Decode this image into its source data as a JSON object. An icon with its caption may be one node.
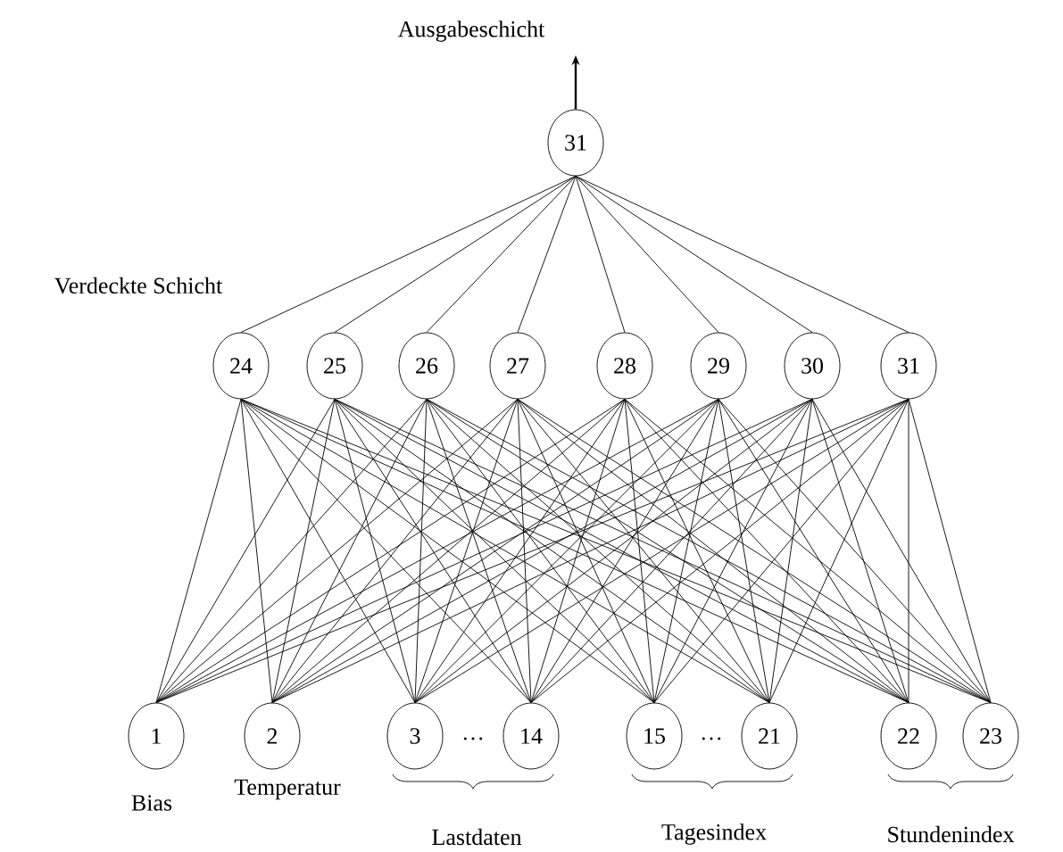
{
  "diagram": {
    "nodes": [
      {
        "text": [
          "31"
        ]
      },
      {
        "text": [
          "24"
        ]
      },
      {
        "text": [
          "25"
        ]
      },
      {
        "text": [
          "26"
        ]
      },
      {
        "text": [
          "27"
        ]
      },
      {
        "text": [
          "28"
        ]
      },
      {
        "text": [
          "29"
        ]
      },
      {
        "text": [
          "30"
        ]
      },
      {
        "text": [
          "31"
        ]
      },
      {
        "text": [
          "1"
        ],
        "beside": [
          "Bias"
        ]
      },
      {
        "text": [
          "2"
        ],
        "beside": [
          "Temperatur"
        ]
      },
      {
        "text": [
          "3"
        ]
      },
      {
        "text": [
          "14"
        ]
      },
      {
        "text": [
          "15"
        ]
      },
      {
        "text": [
          "21"
        ]
      },
      {
        "text": [
          "22"
        ]
      },
      {
        "text": [
          "23"
        ]
      }
    ],
    "edges": [
      {
        "from": 0,
        "to": null,
        "arrow": "to"
      },
      {
        "from": 0,
        "to": 1,
        "arrow": "none"
      },
      {
        "from": 0,
        "to": 2,
        "arrow": "none"
      },
      {
        "from": 0,
        "to": 3,
        "arrow": "none"
      },
      {
        "from": 0,
        "to": 4,
        "arrow": "none"
      },
      {
        "from": 0,
        "to": 5,
        "arrow": "none"
      },
      {
        "from": 0,
        "to": 6,
        "arrow": "none"
      },
      {
        "from": 0,
        "to": 7,
        "arrow": "none"
      },
      {
        "from": 0,
        "to": 8,
        "arrow": "none"
      },
      {
        "from": 1,
        "to": 9,
        "arrow": "none"
      },
      {
        "from": 1,
        "to": 10,
        "arrow": "none"
      },
      {
        "from": 1,
        "to": 11,
        "arrow": "none"
      },
      {
        "from": 1,
        "to": 12,
        "arrow": "none"
      },
      {
        "from": 1,
        "to": 13,
        "arrow": "none"
      },
      {
        "from": 1,
        "to": 14,
        "arrow": "none"
      },
      {
        "from": 1,
        "to": 15,
        "arrow": "none"
      },
      {
        "from": 1,
        "to": 16,
        "arrow": "none"
      },
      {
        "from": 2,
        "to": 9,
        "arrow": "none"
      },
      {
        "from": 2,
        "to": 10,
        "arrow": "none"
      },
      {
        "from": 2,
        "to": 11,
        "arrow": "none"
      },
      {
        "from": 2,
        "to": 12,
        "arrow": "none"
      },
      {
        "from": 2,
        "to": 13,
        "arrow": "none"
      },
      {
        "from": 2,
        "to": 14,
        "arrow": "none"
      },
      {
        "from": 2,
        "to": 15,
        "arrow": "none"
      },
      {
        "from": 2,
        "to": 16,
        "arrow": "none"
      },
      {
        "from": 3,
        "to": 9,
        "arrow": "none"
      },
      {
        "from": 3,
        "to": 10,
        "arrow": "none"
      },
      {
        "from": 3,
        "to": 11,
        "arrow": "none"
      },
      {
        "from": 3,
        "to": 12,
        "arrow": "none"
      },
      {
        "from": 3,
        "to": 13,
        "arrow": "none"
      },
      {
        "from": 3,
        "to": 14,
        "arrow": "none"
      },
      {
        "from": 3,
        "to": 15,
        "arrow": "none"
      },
      {
        "from": 3,
        "to": 16,
        "arrow": "none"
      },
      {
        "from": 4,
        "to": 9,
        "arrow": "none"
      },
      {
        "from": 4,
        "to": 10,
        "arrow": "none"
      },
      {
        "from": 4,
        "to": 11,
        "arrow": "none"
      },
      {
        "from": 4,
        "to": 12,
        "arrow": "none"
      },
      {
        "from": 4,
        "to": 13,
        "arrow": "none"
      },
      {
        "from": 4,
        "to": 14,
        "arrow": "none"
      },
      {
        "from": 4,
        "to": 15,
        "arrow": "none"
      },
      {
        "from": 4,
        "to": 16,
        "arrow": "none"
      },
      {
        "from": 5,
        "to": 9,
        "arrow": "none"
      },
      {
        "from": 5,
        "to": 10,
        "arrow": "none"
      },
      {
        "from": 5,
        "to": 11,
        "arrow": "none"
      },
      {
        "from": 5,
        "to": 12,
        "arrow": "none"
      },
      {
        "from": 5,
        "to": 13,
        "arrow": "none"
      },
      {
        "from": 5,
        "to": 14,
        "arrow": "none"
      },
      {
        "from": 5,
        "to": 15,
        "arrow": "none"
      },
      {
        "from": 5,
        "to": 16,
        "arrow": "none"
      },
      {
        "from": 6,
        "to": 9,
        "arrow": "none"
      },
      {
        "from": 6,
        "to": 10,
        "arrow": "none"
      },
      {
        "from": 6,
        "to": 11,
        "arrow": "none"
      },
      {
        "from": 6,
        "to": 12,
        "arrow": "none"
      },
      {
        "from": 6,
        "to": 13,
        "arrow": "none"
      },
      {
        "from": 6,
        "to": 14,
        "arrow": "none"
      },
      {
        "from": 6,
        "to": 15,
        "arrow": "none"
      },
      {
        "from": 6,
        "to": 16,
        "arrow": "none"
      },
      {
        "from": 7,
        "to": 9,
        "arrow": "none"
      },
      {
        "from": 7,
        "to": 10,
        "arrow": "none"
      },
      {
        "from": 7,
        "to": 11,
        "arrow": "none"
      },
      {
        "from": 7,
        "to": 12,
        "arrow": "none"
      },
      {
        "from": 7,
        "to": 13,
        "arrow": "none"
      },
      {
        "from": 7,
        "to": 14,
        "arrow": "none"
      },
      {
        "from": 7,
        "to": 15,
        "arrow": "none"
      },
      {
        "from": 7,
        "to": 16,
        "arrow": "none"
      },
      {
        "from": 8,
        "to": 9,
        "arrow": "none"
      },
      {
        "from": 8,
        "to": 10,
        "arrow": "none"
      },
      {
        "from": 8,
        "to": 11,
        "arrow": "none"
      },
      {
        "from": 8,
        "to": 12,
        "arrow": "none"
      },
      {
        "from": 8,
        "to": 13,
        "arrow": "none"
      },
      {
        "from": 8,
        "to": 14,
        "arrow": "none"
      },
      {
        "from": 8,
        "to": 15,
        "arrow": "none"
      },
      {
        "from": 8,
        "to": 16,
        "arrow": "none"
      }
    ],
    "labels": [
      "Ausgabeschicht",
      "Verdeckte Schicht",
      "…",
      "…",
      "Lastdaten",
      "Tagesindex",
      "Stundenindex"
    ]
  }
}
